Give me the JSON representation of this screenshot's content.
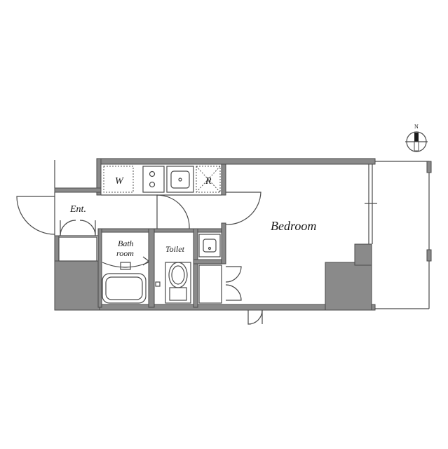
{
  "labels": {
    "entrance": "Ent.",
    "bedroom": "Bedroom",
    "bath_line1": "Bath",
    "bath_line2": "room",
    "toilet": "Toilet",
    "washer": "W",
    "refrigerator": "R"
  },
  "compass": {
    "north_label": "N",
    "icon": "north-arrow-icon"
  },
  "colors": {
    "wall": "#8a8a8a",
    "line": "#4a4a4a",
    "background": "#ffffff"
  }
}
